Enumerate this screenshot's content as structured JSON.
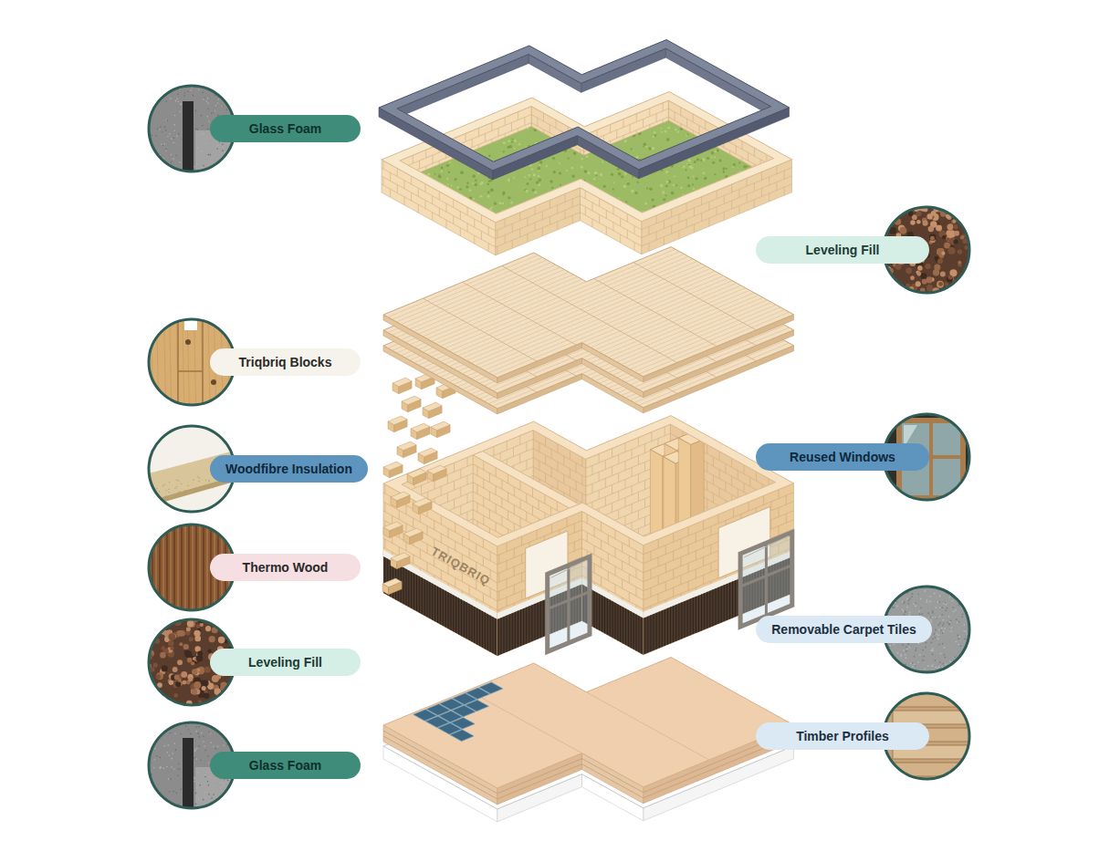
{
  "diagram": {
    "nodes": [
      {
        "text": [
          "Glass Foam"
        ]
      },
      {
        "text": [
          "Leveling Fill"
        ]
      },
      {
        "text": [
          "Triqbriq Blocks"
        ]
      },
      {
        "text": [
          "Reused Windows"
        ]
      },
      {
        "text": [
          "Woodfibre Insulation"
        ]
      },
      {
        "text": [
          "Thermo Wood"
        ]
      },
      {
        "text": [
          "Removable Carpet Tiles"
        ]
      },
      {
        "text": [
          "Leveling Fill"
        ]
      },
      {
        "text": [
          "Timber Profiles"
        ]
      },
      {
        "text": [
          "Glass Foam"
        ]
      }
    ],
    "labels": [
      "TRIQBRIQ"
    ]
  }
}
